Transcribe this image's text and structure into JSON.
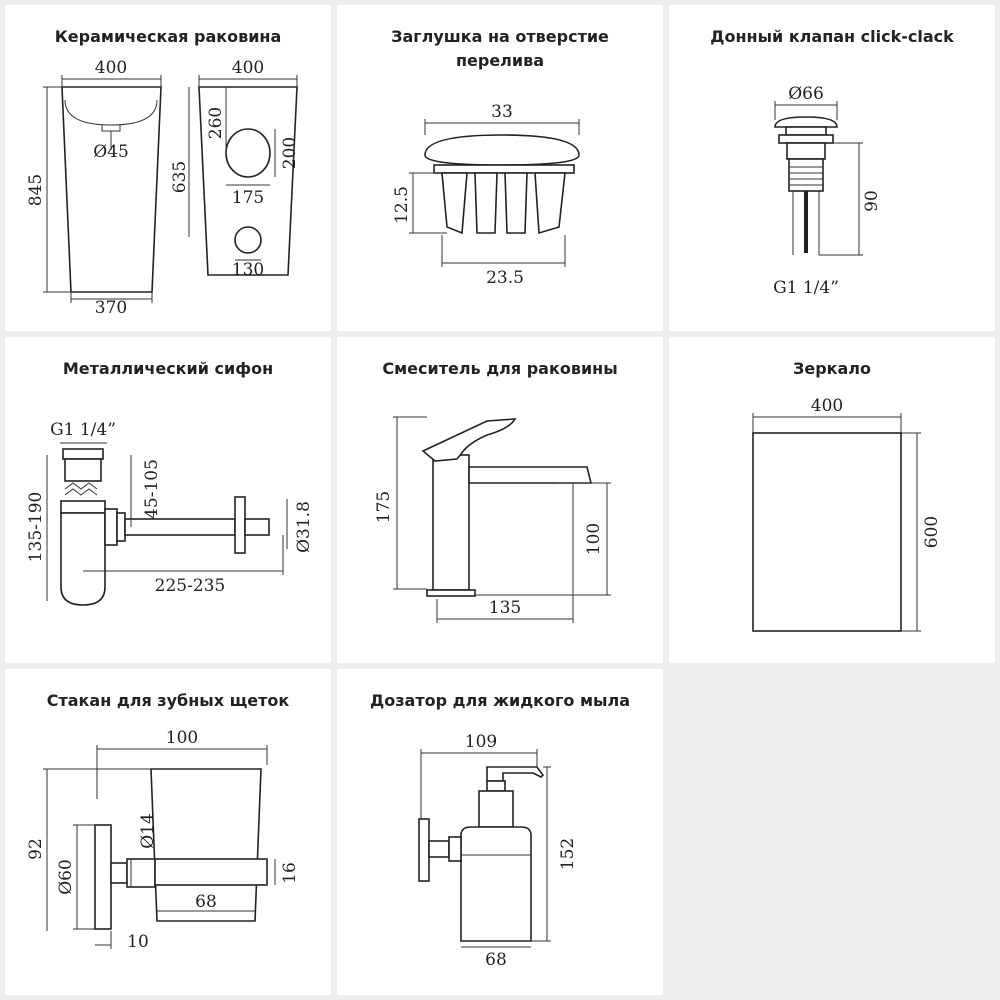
{
  "panels": {
    "sink": {
      "title": "Керамическая раковина",
      "dims": {
        "top_w": "400",
        "hole": "Ø45",
        "height": "845",
        "bottom_w": "370",
        "side_w": "400",
        "d260": "260",
        "d635": "635",
        "d200": "200",
        "d175": "175",
        "d130": "130"
      }
    },
    "overflow": {
      "title_line1": "Заглушка на отверстие",
      "title_line2": "перелива",
      "dims": {
        "top": "33",
        "height": "12.5",
        "bottom": "23.5"
      }
    },
    "valve": {
      "title": "Донный клапан click-clack",
      "dims": {
        "diam": "Ø66",
        "height": "90",
        "thread": "G1 1/4”"
      }
    },
    "siphon": {
      "title": "Металлический сифон",
      "dims": {
        "thread": "G1 1/4”",
        "h1": "135-190",
        "h2": "45-105",
        "length": "225-235",
        "pipe": "Ø31.8"
      }
    },
    "mixer": {
      "title": "Смеситель для раковины",
      "dims": {
        "height": "175",
        "spout_h": "100",
        "reach": "135"
      }
    },
    "mirror": {
      "title": "Зеркало",
      "dims": {
        "width": "400",
        "height": "600"
      }
    },
    "glass": {
      "title": "Стакан для зубных щеток",
      "dims": {
        "width": "100",
        "height": "92",
        "base": "Ø60",
        "rod": "Ø14",
        "ring": "16",
        "cup": "68",
        "plate": "10"
      }
    },
    "dispenser": {
      "title": "Дозатор для жидкого мыла",
      "dims": {
        "width": "109",
        "height": "152",
        "bottom": "68"
      }
    }
  }
}
